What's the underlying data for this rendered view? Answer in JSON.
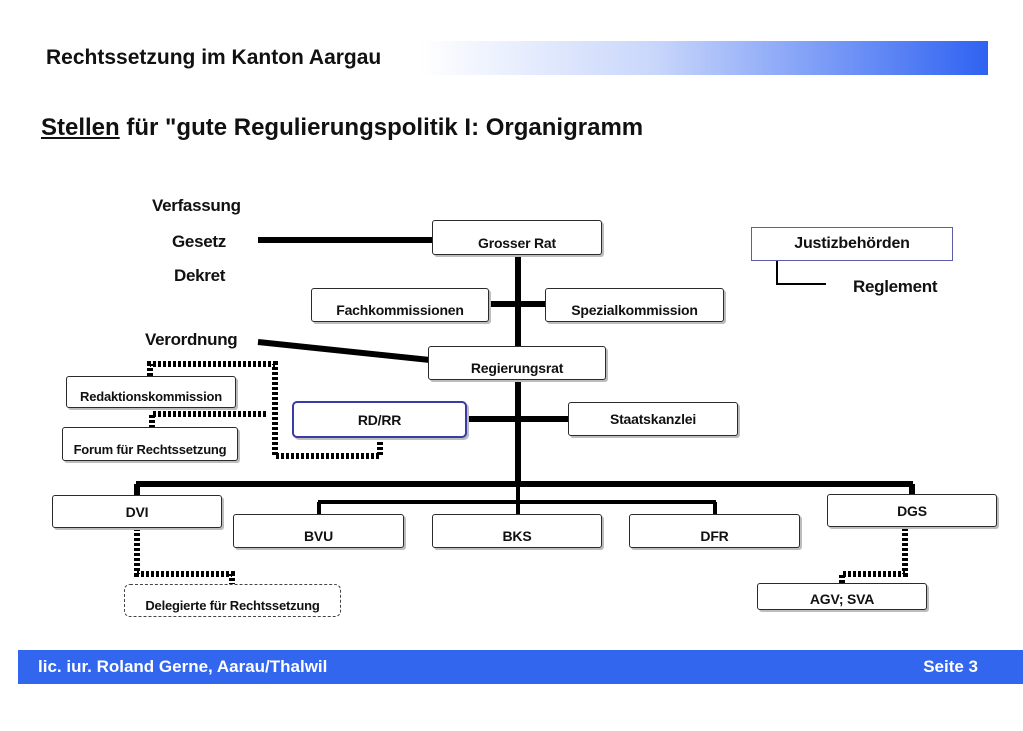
{
  "header": {
    "title": "Rechtssetzung im Kanton Aargau"
  },
  "slide_title": {
    "underlined": "Stellen",
    "rest": " für \"gute Regulierungspolitik I: Organigramm"
  },
  "labels": {
    "verfassung": "Verfassung",
    "gesetz": "Gesetz",
    "dekret": "Dekret",
    "verordnung": "Verordnung",
    "reglement": "Reglement"
  },
  "boxes": {
    "grosser_rat": "Grosser Rat",
    "fachkommissionen": "Fachkommissionen",
    "spezialkommission": "Spezialkommission",
    "regierungsrat": "Regierungsrat",
    "redaktionskommission": "Redaktionskommission",
    "forum": "Forum für Rechtssetzung",
    "rd_rr": "RD/RR",
    "staatskanzlei": "Staatskanzlei",
    "dvi": "DVI",
    "bvu": "BVU",
    "bks": "BKS",
    "dfr": "DFR",
    "dgs": "DGS",
    "delegierte": "Delegierte für Rechtssetzung",
    "agv_sva": "AGV; SVA",
    "justizbehoerden": "Justizbehörden"
  },
  "footer": {
    "author": "lic. iur. Roland Gerne, Aarau/Thalwil",
    "page": "Seite 3"
  },
  "colors": {
    "header_gradient_end": "#2f62f2",
    "footer_bar": "#3366ee",
    "highlight_border": "#3a3aa8"
  }
}
